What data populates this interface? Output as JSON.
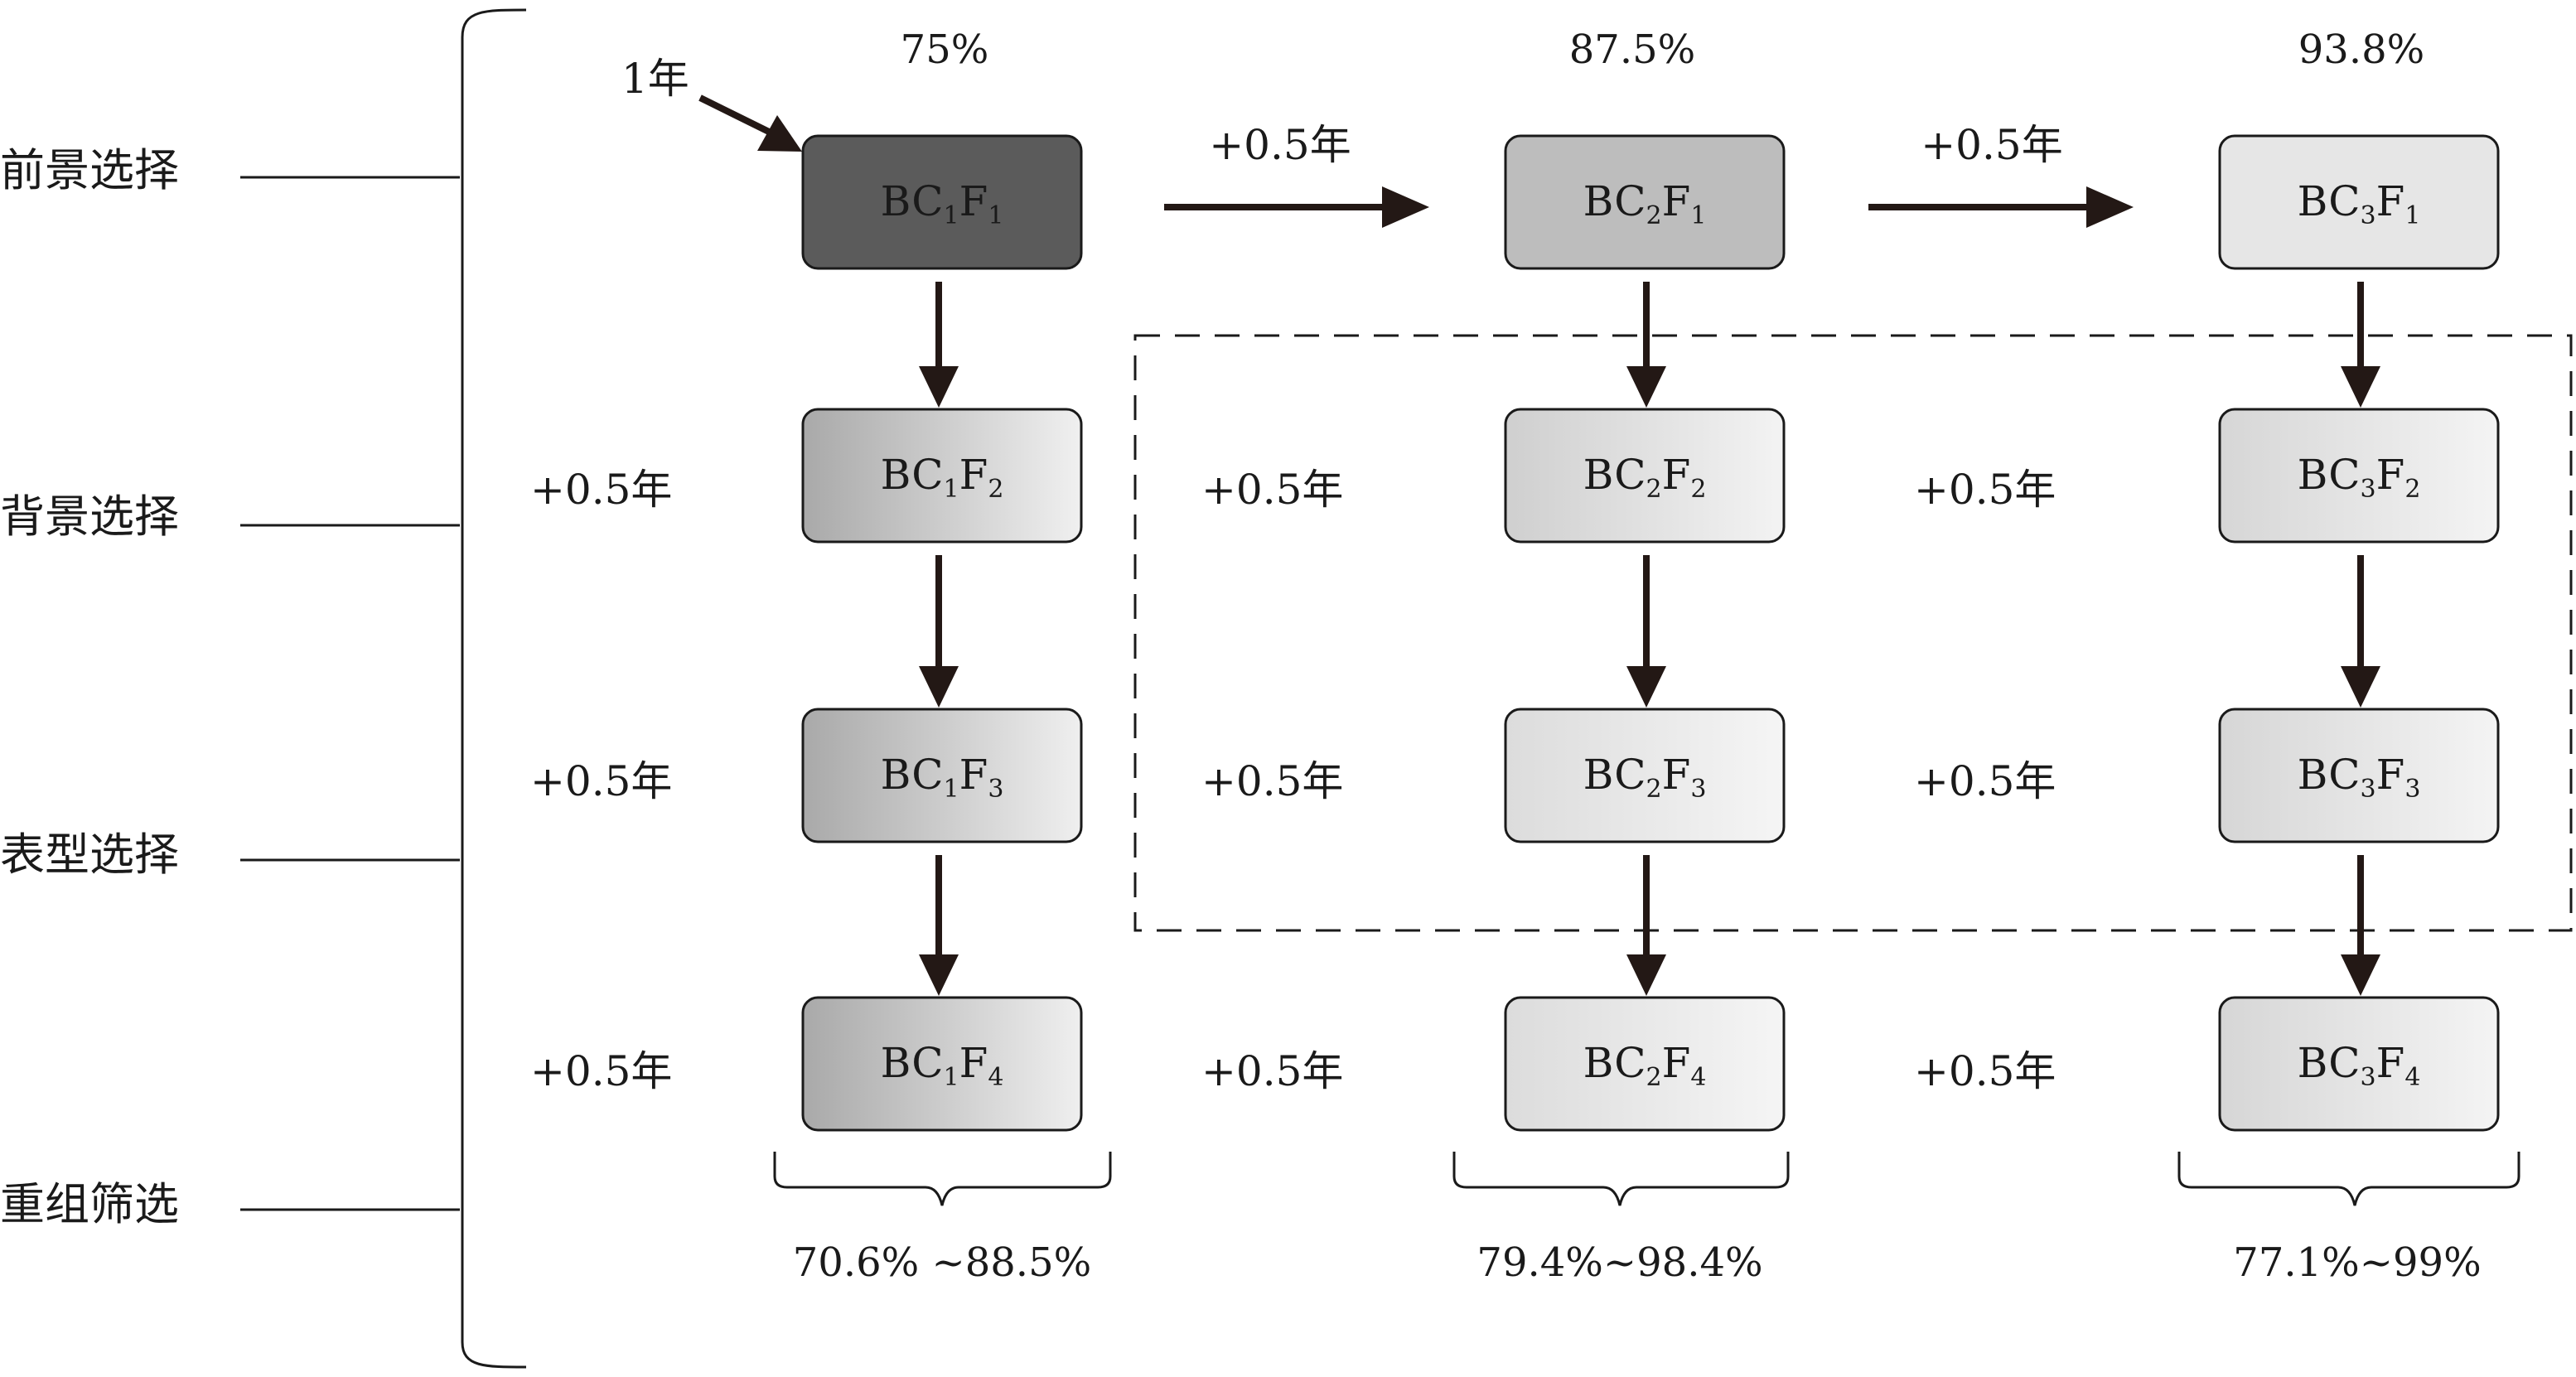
{
  "stages": [
    {
      "id": "foreground",
      "label": "前景选择"
    },
    {
      "id": "background",
      "label": "背景选择"
    },
    {
      "id": "phenotype",
      "label": "表型选择"
    },
    {
      "id": "recombination",
      "label": "重组筛选"
    }
  ],
  "columns": [
    {
      "percent": "75%",
      "range": "70.6% ~88.5%",
      "prefix": "BC",
      "sub": "1"
    },
    {
      "percent": "87.5%",
      "range": "79.4%~98.4%",
      "prefix": "BC",
      "sub": "2"
    },
    {
      "percent": "93.8%",
      "range": "77.1%~99%",
      "prefix": "BC",
      "sub": "3"
    }
  ],
  "start_label": "1年",
  "step_label": "+0.5年",
  "node_fills": [
    [
      "#5b5b5b",
      "#bdbdbd",
      "#e6e6e6"
    ],
    [
      "grad:#a9a9a9:#f0f0f0",
      "grad:#cfcfcf:#f3f3f3",
      "grad:#d6d6d6:#f4f4f4"
    ],
    [
      "grad:#a9a9a9:#efefef",
      "grad:#dcdcdc:#f5f5f5",
      "grad:#d6d6d6:#f4f4f4"
    ],
    [
      "grad:#a9a9a9:#efefef",
      "grad:#dcdcdc:#f5f5f5",
      "grad:#d6d6d6:#f4f4f4"
    ]
  ]
}
